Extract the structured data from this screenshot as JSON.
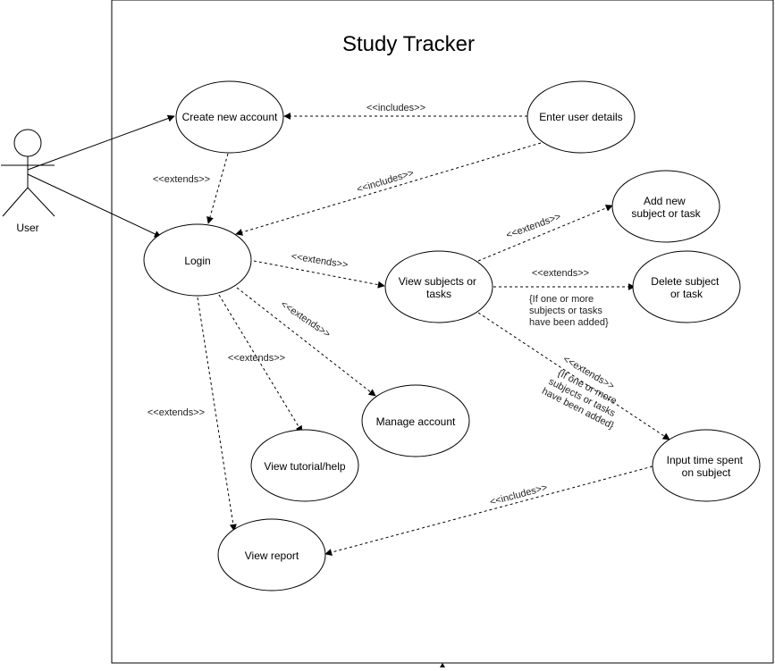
{
  "system": {
    "title": "Study Tracker"
  },
  "actor": {
    "name": "User"
  },
  "use_cases": {
    "create_account": [
      "Create new account"
    ],
    "enter_details": [
      "Enter user details"
    ],
    "login": [
      "Login"
    ],
    "add_subject": [
      "Add new",
      "subject or task"
    ],
    "view_subjects": [
      "View subjects or",
      "tasks"
    ],
    "delete_subject": [
      "Delete subject",
      "or task"
    ],
    "manage_account": [
      "Manage account"
    ],
    "view_tutorial": [
      "View tutorial/help"
    ],
    "input_time": [
      "Input time spent",
      "on subject"
    ],
    "view_report": [
      "View report"
    ]
  },
  "relations": {
    "includes": "<<includes>>",
    "extends": "<<extends>>"
  },
  "conditions": {
    "delete": [
      "{If one or more",
      "subjects or tasks",
      "have been added}"
    ],
    "input": [
      "{If one or more",
      "subjects or tasks",
      "have been added}"
    ]
  }
}
